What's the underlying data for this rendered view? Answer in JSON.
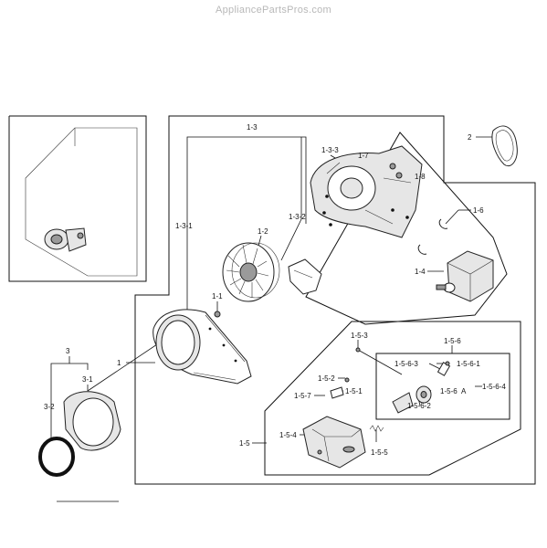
{
  "watermark": "AppliancePartsPros.com",
  "labels": {
    "l_1": "1",
    "l_1_1": "1-1",
    "l_1_2": "1-2",
    "l_1_3": "1-3",
    "l_1_3_1": "1-3-1",
    "l_1_3_2": "1-3-2",
    "l_1_3_3": "1-3-3",
    "l_1_4": "1-4",
    "l_1_5": "1-5",
    "l_1_5_1": "1-5-1",
    "l_1_5_2": "1-5-2",
    "l_1_5_3": "1-5-3",
    "l_1_5_4": "1-5-4",
    "l_1_5_5": "1-5-5",
    "l_1_5_6": "1-5-6",
    "l_1_5_6_1": "1-5-6-1",
    "l_1_5_6_2": "1-5-6-2",
    "l_1_5_6_3": "1-5-6-3",
    "l_1_5_6_4": "1-5-6-4",
    "l_1_5_6_6": "1-5-6",
    "l_a": "A",
    "l_1_5_7": "1-5-7",
    "l_1_6": "1-6",
    "l_1_7": "1-7",
    "l_1_8": "1-8",
    "l_2": "2",
    "l_3": "3",
    "l_3_1": "3-1",
    "l_3_2": "3-2"
  }
}
